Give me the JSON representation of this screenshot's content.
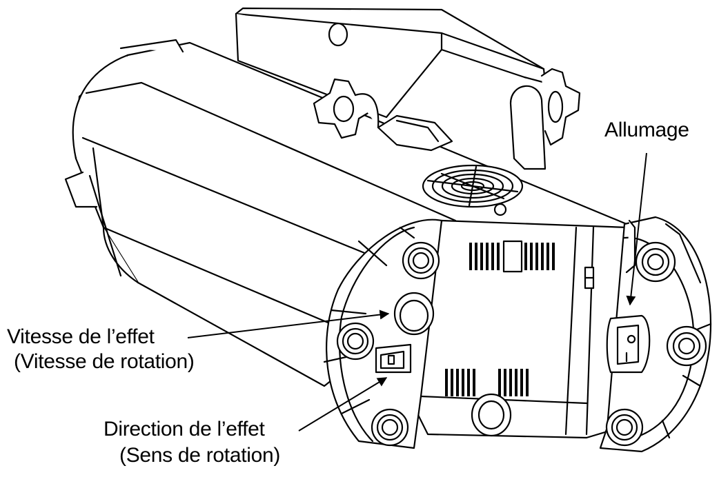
{
  "colors": {
    "ink": "#000000",
    "paper": "#ffffff"
  },
  "labels": {
    "power": "Allumage",
    "speed_line1": "Vitesse de l’effet",
    "speed_line2": "(Vitesse de rotation)",
    "direction_line1": "Direction de l’effet",
    "direction_line2": "(Sens de rotation)"
  },
  "icons": {
    "fan": "fan-grille-icon",
    "knob": "rotary-knob-icon",
    "switch": "rocker-switch-icon"
  }
}
